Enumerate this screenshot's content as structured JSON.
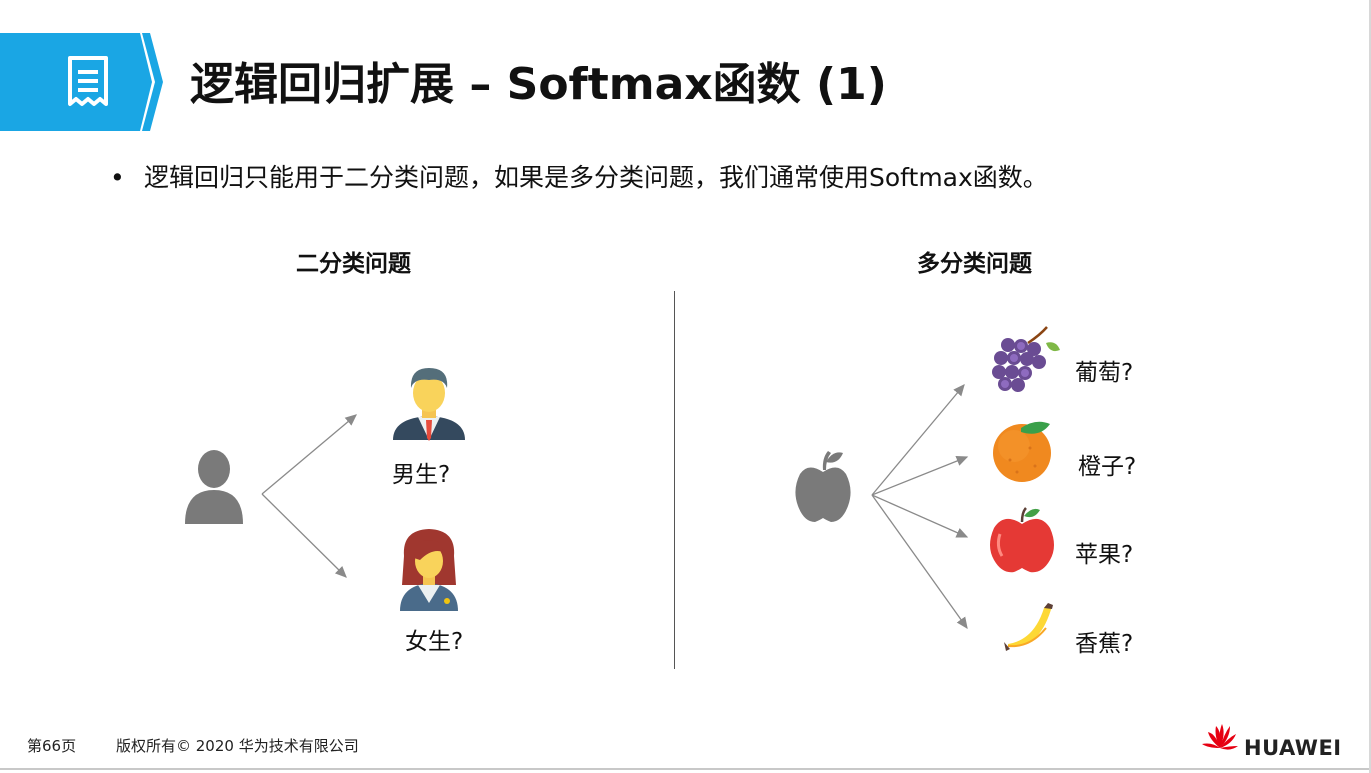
{
  "slide": {
    "title": "逻辑回归扩展 – Softmax函数 (1)",
    "bullet": "逻辑回归只能用于二分类问题，如果是多分类问题，我们通常使用Softmax函数。",
    "bullet_marker": "•",
    "accent_color": "#1aa6e4"
  },
  "binary": {
    "heading": "二分类问题",
    "input_icon": "person-icon",
    "options": [
      {
        "label": "男生?",
        "icon": "man-icon"
      },
      {
        "label": "女生?",
        "icon": "woman-icon"
      }
    ]
  },
  "multi": {
    "heading": "多分类问题",
    "input_icon": "apple-silhouette-icon",
    "options": [
      {
        "label": "葡萄?",
        "icon": "grape-icon"
      },
      {
        "label": "橙子?",
        "icon": "orange-icon"
      },
      {
        "label": "苹果?",
        "icon": "apple-icon"
      },
      {
        "label": "香蕉?",
        "icon": "banana-icon"
      }
    ]
  },
  "footer": {
    "page": "第66页",
    "copyright": "版权所有© 2020 华为技术有限公司",
    "brand": "HUAWEI",
    "brand_color": "#e60012"
  }
}
